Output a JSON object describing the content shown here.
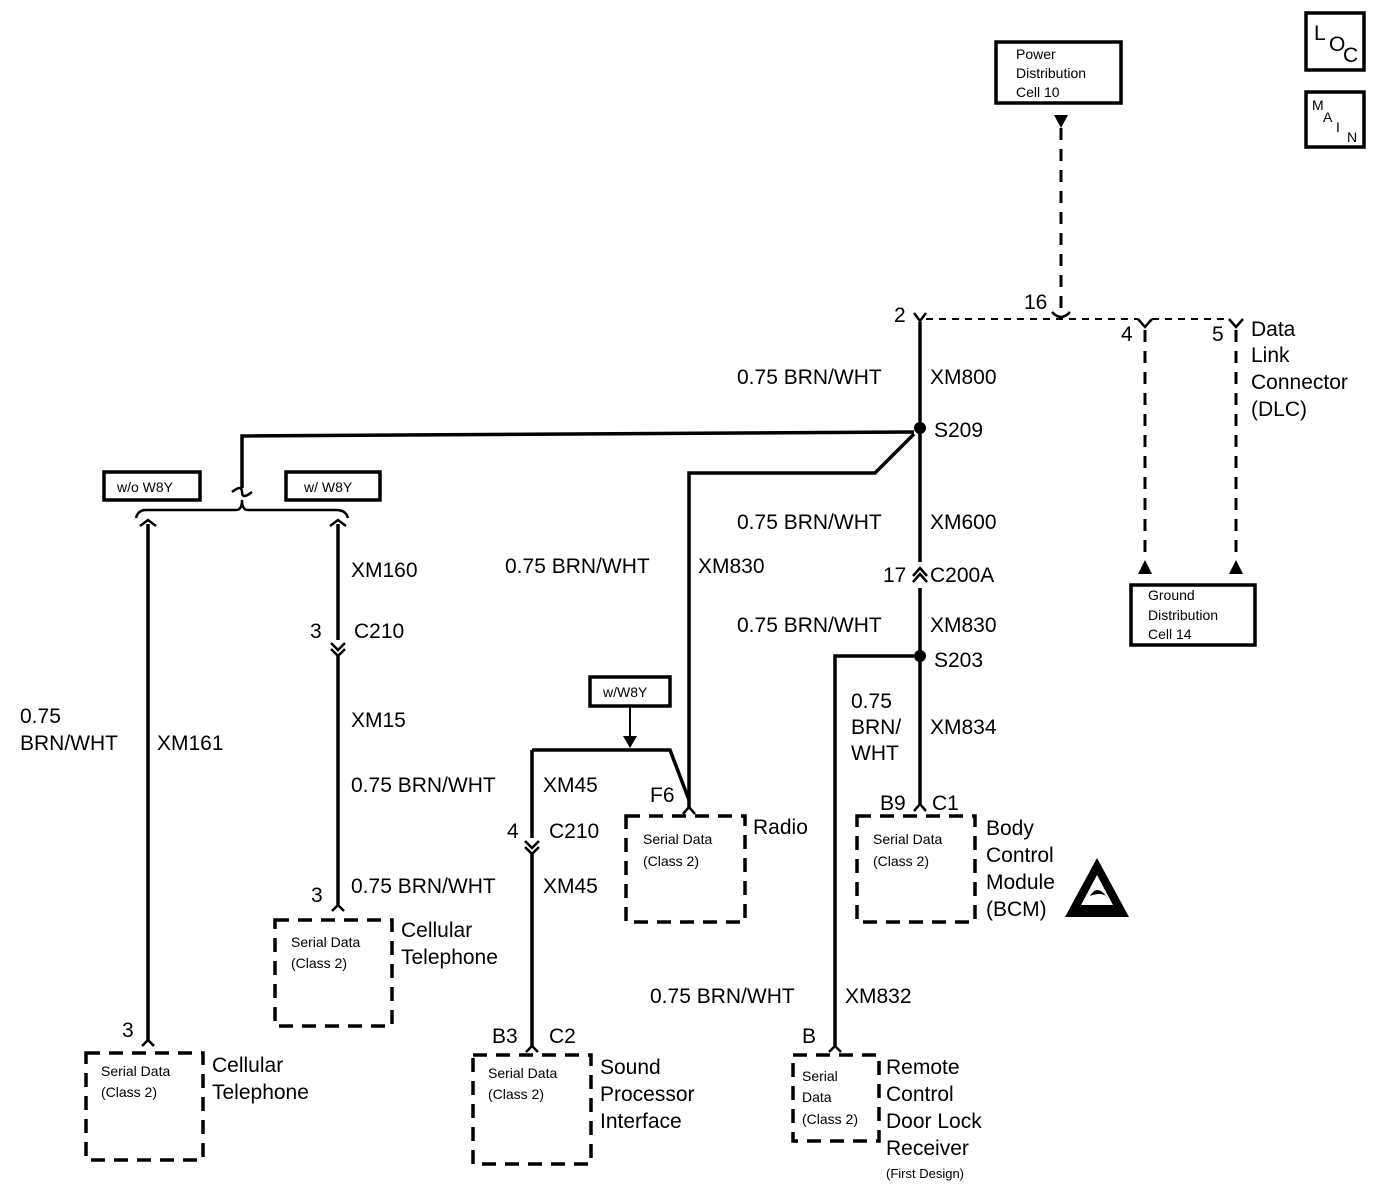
{
  "corner": {
    "loc": [
      "L",
      "O",
      "C"
    ],
    "main": [
      "M",
      "A",
      "I",
      "N"
    ]
  },
  "power": {
    "lines": [
      "Power",
      "Distribution",
      "Cell 10"
    ]
  },
  "ground": {
    "lines": [
      "Ground",
      "Distribution",
      "Cell 14"
    ]
  },
  "dlc": {
    "lines": [
      "Data",
      "Link",
      "Connector",
      "(DLC)"
    ],
    "pin_2": "2",
    "pin_16": "16",
    "pin_4": "4",
    "pin_5": "5"
  },
  "options": {
    "without_w8y": "w/o W8Y",
    "with_w8y": "w/ W8Y",
    "with_w8y_radio": "w/W8Y"
  },
  "wires": {
    "xm800": {
      "gauge": "0.75 BRN/WHT",
      "circuit": "XM800"
    },
    "xm600": {
      "gauge": "0.75 BRN/WHT",
      "circuit": "XM600"
    },
    "xm830_top": {
      "gauge": "0.75 BRN/WHT",
      "circuit": "XM830"
    },
    "xm830_radio": {
      "gauge": "0.75 BRN/WHT",
      "circuit": "XM830"
    },
    "xm834": {
      "gauge": [
        "0.75",
        "BRN/",
        "WHT"
      ],
      "circuit": "XM834"
    },
    "xm832": {
      "gauge": "0.75 BRN/WHT",
      "circuit": "XM832"
    },
    "xm161": {
      "gauge": [
        "0.75",
        "BRN/WHT"
      ],
      "circuit": "XM161"
    },
    "xm160": {
      "circuit": "XM160"
    },
    "xm15": {
      "circuit": "XM15"
    },
    "xm45_upper": {
      "gauge": "0.75 BRN/WHT",
      "circuit": "XM45"
    },
    "xm45_lower": {
      "gauge": "0.75 BRN/WHT",
      "circuit": "XM45"
    }
  },
  "splices": {
    "s209": "S209",
    "s203": "S203"
  },
  "connectors": {
    "c200a": {
      "pin": "17",
      "name": "C200A"
    },
    "c210_phone": {
      "pin": "3",
      "name": "C210"
    },
    "c210_sound": {
      "pin": "4",
      "name": "C210"
    }
  },
  "modules": {
    "phone_left": {
      "pin": "3",
      "serial": [
        "Serial Data",
        "(Class 2)"
      ],
      "name": [
        "Cellular",
        "Telephone"
      ]
    },
    "phone_mid": {
      "pin": "3",
      "serial": [
        "Serial Data",
        "(Class 2)"
      ],
      "name": [
        "Cellular",
        "Telephone"
      ]
    },
    "sound": {
      "pin": "B3",
      "conn": "C2",
      "serial": [
        "Serial Data",
        "(Class 2)"
      ],
      "name": [
        "Sound",
        "Processor",
        "Interface"
      ]
    },
    "radio": {
      "pin": "F6",
      "serial": [
        "Serial Data",
        "(Class 2)"
      ],
      "name": [
        "Radio"
      ]
    },
    "bcm": {
      "pin": "B9",
      "conn": "C1",
      "serial": [
        "Serial Data",
        "(Class 2)"
      ],
      "name": [
        "Body",
        "Control",
        "Module",
        "(BCM)"
      ]
    },
    "rcdlr": {
      "pin": "B",
      "serial": [
        "Serial",
        "Data",
        "(Class 2)"
      ],
      "name": [
        "Remote",
        "Control",
        "Door Lock",
        "Receiver"
      ],
      "note": "(First Design)"
    }
  }
}
